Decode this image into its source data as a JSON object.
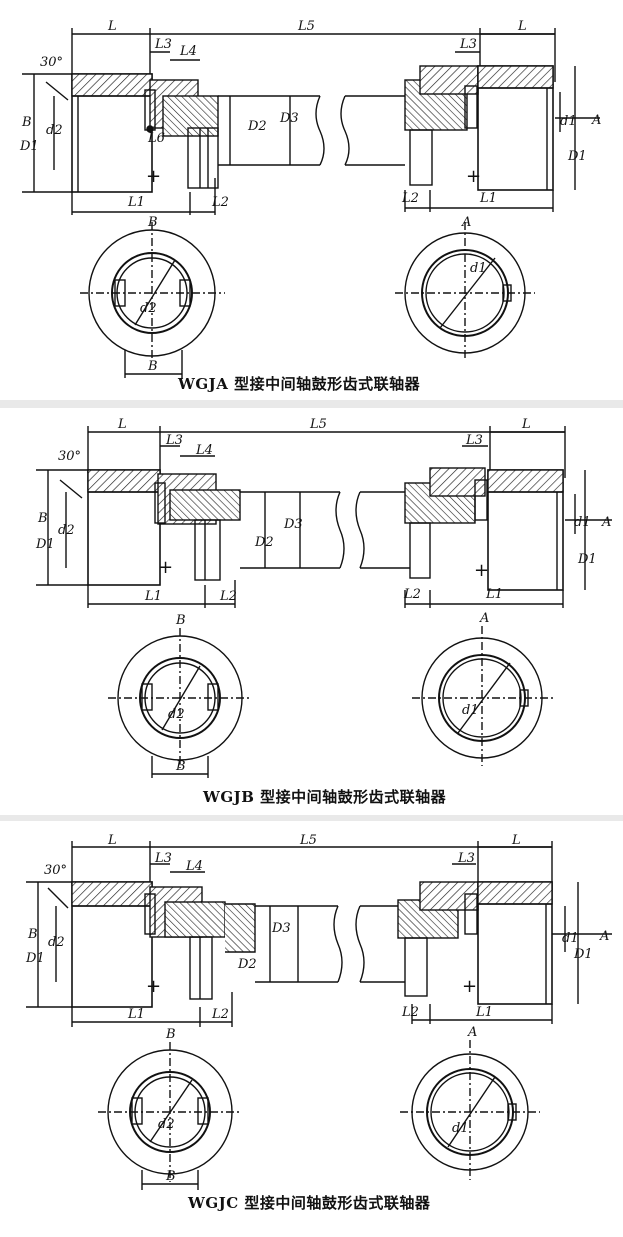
{
  "figures": [
    {
      "caption": "WGJA 型接中间轴鼓形齿式联轴器",
      "labels": {
        "L": "L",
        "L5": "L5",
        "L3": "L3",
        "L4": "L4",
        "L6": "L6",
        "L1": "L1",
        "L2": "L2",
        "angle": "30°",
        "D1": "D1",
        "B": "B",
        "d2": "d2",
        "D2": "D2",
        "D3": "D3",
        "d1": "d1",
        "A": "A"
      }
    },
    {
      "caption": "WGJB 型接中间轴鼓形齿式联轴器",
      "labels": {
        "L": "L",
        "L5": "L5",
        "L3": "L3",
        "L4": "L4",
        "L1": "L1",
        "L2": "L2",
        "angle": "30°",
        "D1": "D1",
        "B": "B",
        "d2": "d2",
        "D2": "D2",
        "D3": "D3",
        "d1": "d1",
        "A": "A"
      }
    },
    {
      "caption": "WGJC 型接中间轴鼓形齿式联轴器",
      "labels": {
        "L": "L",
        "L5": "L5",
        "L3": "L3",
        "L4": "L4",
        "L1": "L1",
        "L2": "L2",
        "angle": "30°",
        "D1": "D1",
        "B": "B",
        "d2": "d2",
        "D2": "D2",
        "D3": "D3",
        "d1": "d1",
        "A": "A"
      }
    }
  ]
}
